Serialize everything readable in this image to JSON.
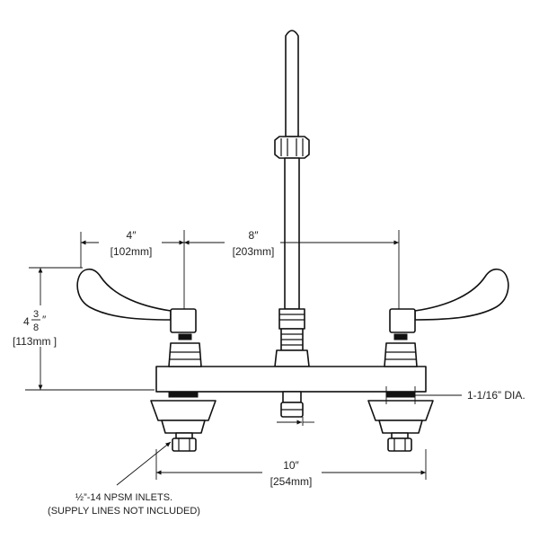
{
  "dimensions": {
    "handle_spread": {
      "inch": "4″",
      "mm": "[102mm]"
    },
    "spout_reach": {
      "inch": "8″",
      "mm": "[203mm]"
    },
    "center_distance": {
      "inch": "10″",
      "mm": "[254mm]"
    },
    "handle_height": {
      "whole": "4",
      "numerator": "3",
      "denominator": "8",
      "inch_mark": "″",
      "mm": "[113mm ]"
    },
    "hole_diameter": "1-1/16” DIA."
  },
  "notes": {
    "inlets_line1": "½”-14 NPSM INLETS.",
    "inlets_line2": "(SUPPLY LINES NOT INCLUDED)"
  },
  "colors": {
    "line": "#111111",
    "background": "#ffffff"
  }
}
